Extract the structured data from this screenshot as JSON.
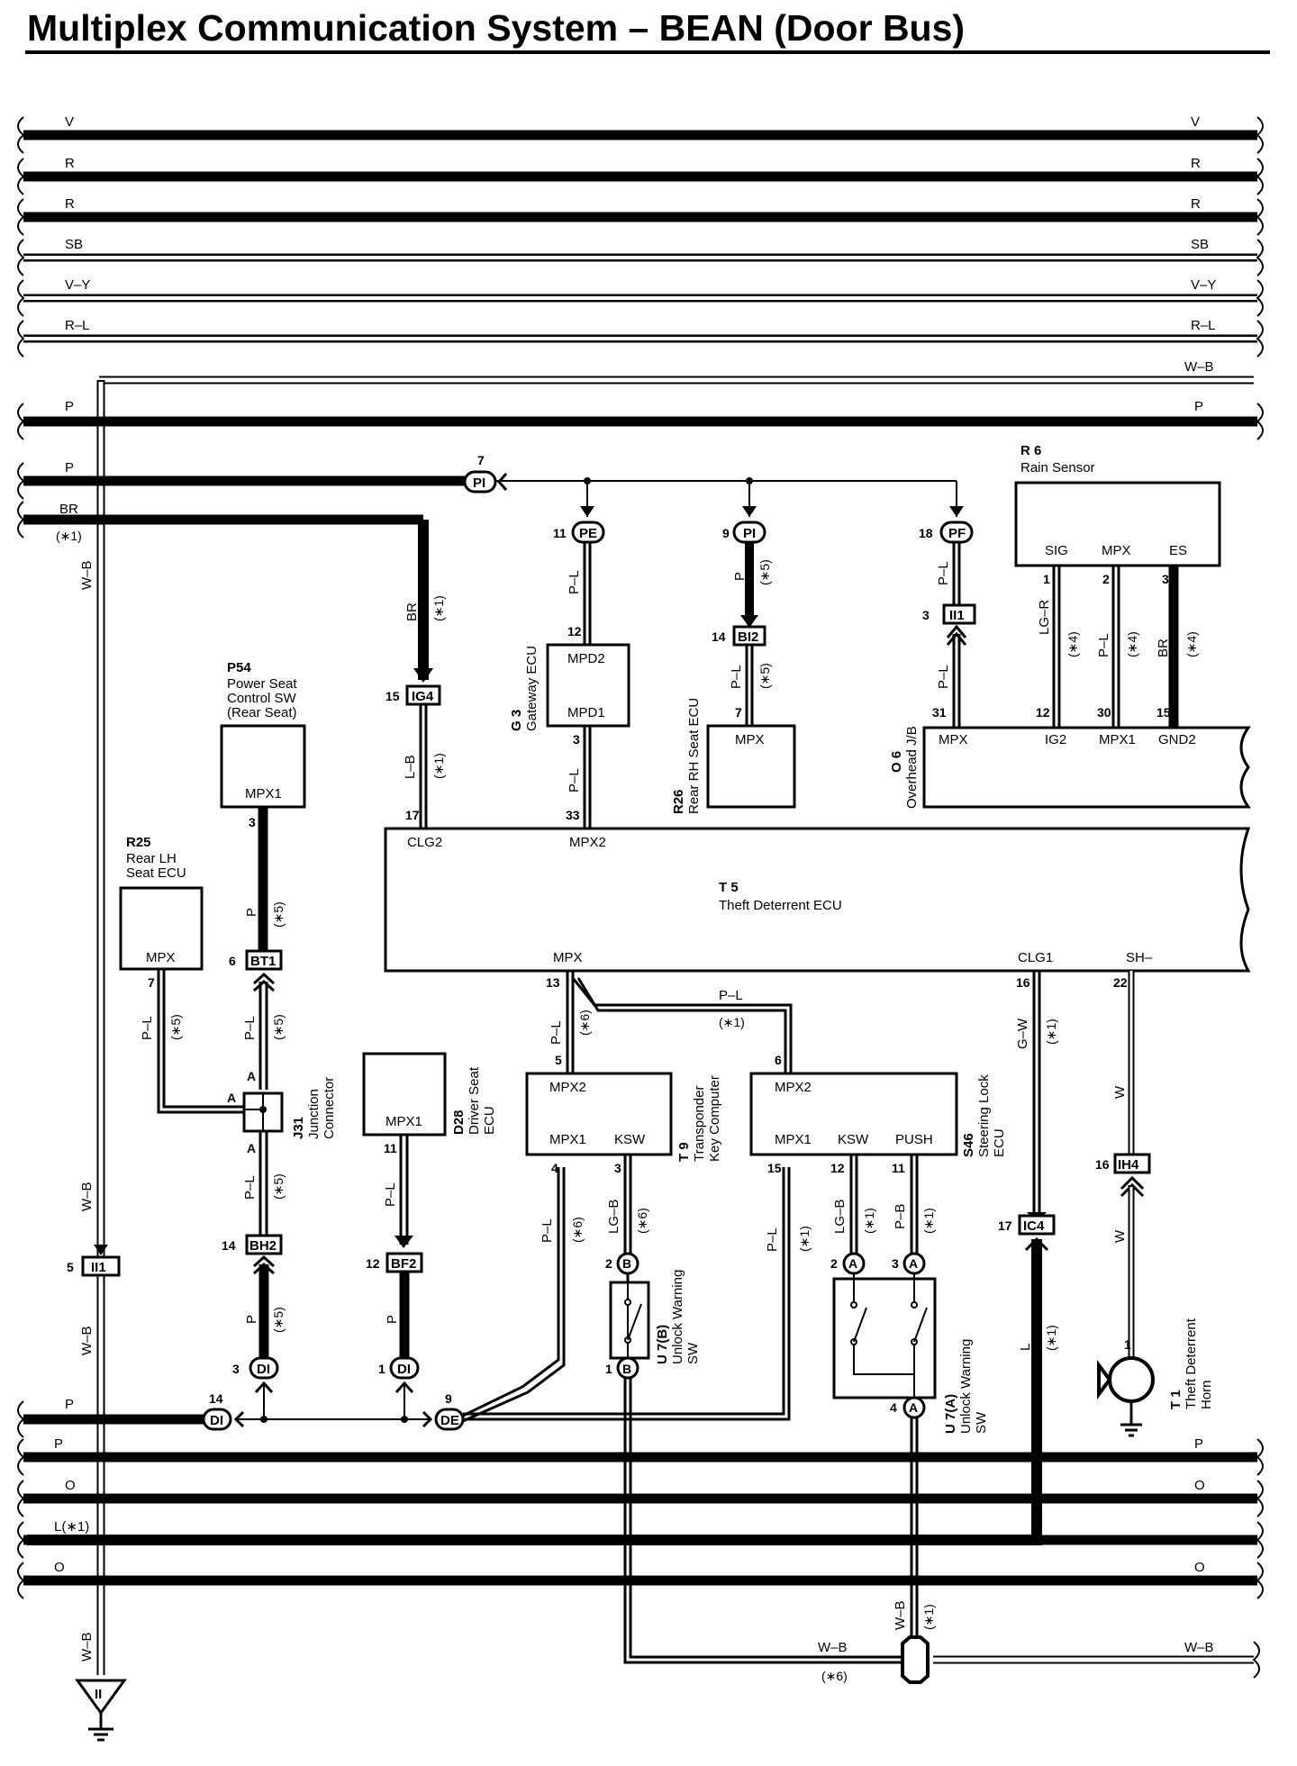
{
  "title": "Multiplex Communication System – BEAN (Door Bus)",
  "top_buses": [
    {
      "code": "V"
    },
    {
      "code": "R"
    },
    {
      "code": "R"
    },
    {
      "code": "SB"
    },
    {
      "code": "V–Y"
    },
    {
      "code": "R–L"
    }
  ],
  "wb_top_label": "W–B",
  "p_bus_label": "P",
  "bottom_buses": [
    {
      "left": "P",
      "right": "P"
    },
    {
      "left": "",
      "right": "O"
    },
    {
      "left": "L(∗1)",
      "right": ""
    },
    {
      "left": "O",
      "right": "O"
    }
  ],
  "bottom_p_left": "P",
  "bottom_o_left": "O",
  "br_label": "BR",
  "star1": "(∗1)",
  "star4": "(∗4)",
  "star5": "(∗5)",
  "star6": "(∗6)",
  "components": {
    "r6": {
      "id": "R 6",
      "name": "Rain Sensor",
      "pins": [
        "SIG",
        "MPX",
        "ES"
      ]
    },
    "g3": {
      "id": "G 3",
      "name": "Gateway ECU",
      "pins": [
        "MPD2",
        "MPD1"
      ]
    },
    "r26": {
      "id": "R26",
      "name": "Rear RH Seat ECU",
      "pin": "MPX"
    },
    "o6": {
      "id": "O 6",
      "name": "Overhead J/B",
      "pins": [
        "MPX",
        "IG2",
        "MPX1",
        "GND2"
      ]
    },
    "p54": {
      "id": "P54",
      "name1": "Power Seat",
      "name2": "Control SW",
      "name3": "(Rear Seat)",
      "pin": "MPX1"
    },
    "r25": {
      "id": "R25",
      "name1": "Rear LH",
      "name2": "Seat ECU",
      "pin": "MPX"
    },
    "t5": {
      "id": "T 5",
      "name": "Theft Deterrent ECU",
      "pins": [
        "CLG2",
        "MPX2",
        "MPX",
        "CLG1",
        "SH–"
      ]
    },
    "j31": {
      "id": "J31",
      "name1": "Junction",
      "name2": "Connector"
    },
    "d28": {
      "id": "D28",
      "name1": "Driver Seat",
      "name2": "ECU",
      "pin": "MPX1"
    },
    "t9": {
      "id": "T 9",
      "name1": "Transponder",
      "name2": "Key Computer",
      "pins": [
        "MPX2",
        "MPX1",
        "KSW"
      ]
    },
    "s46": {
      "id": "S46",
      "name1": "Steering Lock",
      "name2": "ECU",
      "pins": [
        "MPX2",
        "MPX1",
        "KSW",
        "PUSH"
      ]
    },
    "u7b": {
      "id": "U 7(B)",
      "name1": "Unlock Warning",
      "name2": "SW"
    },
    "u7a": {
      "id": "U 7(A)",
      "name1": "Unlock Warning",
      "name2": "SW"
    },
    "t1": {
      "id": "T 1",
      "name1": "Theft Deterrent",
      "name2": "Horn"
    }
  },
  "connectors": {
    "pi_top": "PI",
    "pe": "PE",
    "pi": "PI",
    "pf": "PF",
    "bi2": "BI2",
    "ii1_top": "II1",
    "ig4": "IG4",
    "bt1": "BT1",
    "bh2": "BH2",
    "di_l": "DI",
    "di_r": "DI",
    "di_bus": "DI",
    "de": "DE",
    "bf2": "BF2",
    "ii1_left": "II1",
    "ih4": "IH4",
    "ic4": "IC4",
    "ground_ii": "II",
    "j_a": "A",
    "j_b": "B"
  },
  "wire_colors": {
    "pl": "P–L",
    "p": "P",
    "lb": "L–B",
    "lgr": "LG–R",
    "br": "BR",
    "lgb": "LG–B",
    "pb": "P–B",
    "gw": "G–W",
    "w": "W",
    "l": "L",
    "wb": "W–B"
  },
  "pin_numbers": [
    "7",
    "11",
    "9",
    "18",
    "12",
    "14",
    "3",
    "1",
    "2",
    "3",
    "31",
    "12",
    "30",
    "15",
    "15",
    "17",
    "33",
    "3",
    "6",
    "7",
    "3",
    "11",
    "12",
    "14",
    "1",
    "9",
    "5",
    "13",
    "6",
    "4",
    "3",
    "15",
    "12",
    "11",
    "2",
    "3",
    "2",
    "1",
    "4",
    "22",
    "16",
    "17",
    "1",
    "5"
  ]
}
